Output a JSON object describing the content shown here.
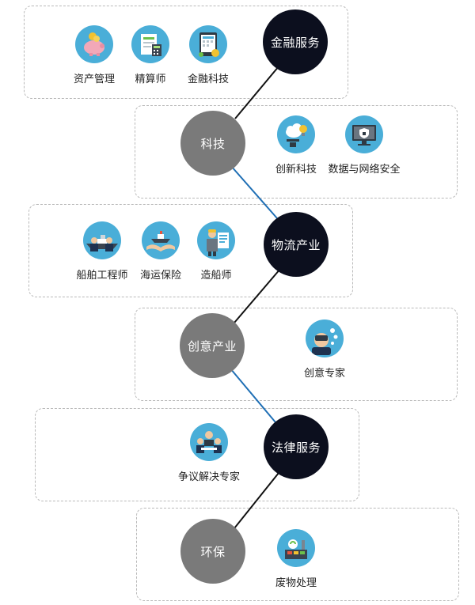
{
  "colors": {
    "hub_dark": "#0c0f1e",
    "hub_gray": "#7a7a7a",
    "icon_bg": "#4aaed8",
    "connector_dark": "#111111",
    "connector_blue": "#1f6fb5"
  },
  "sections": [
    {
      "hub": "金融服务",
      "items": [
        {
          "label": "资产管理",
          "icon": "piggy-bank-icon"
        },
        {
          "label": "精算师",
          "icon": "calculator-icon"
        },
        {
          "label": "金融科技",
          "icon": "tablet-finance-icon"
        }
      ]
    },
    {
      "hub": "科技",
      "items": [
        {
          "label": "创新科技",
          "icon": "cloud-bulb-icon"
        },
        {
          "label": "数据与网络安全",
          "icon": "monitor-shield-icon"
        }
      ]
    },
    {
      "hub": "物流产业",
      "items": [
        {
          "label": "船舶工程师",
          "icon": "ship-engineers-icon"
        },
        {
          "label": "海运保险",
          "icon": "ship-hands-icon"
        },
        {
          "label": "造船师",
          "icon": "shipbuilder-icon"
        }
      ]
    },
    {
      "hub": "创意产业",
      "items": [
        {
          "label": "创意专家",
          "icon": "vr-headset-icon"
        }
      ]
    },
    {
      "hub": "法律服务",
      "items": [
        {
          "label": "争议解决专家",
          "icon": "meeting-icon"
        }
      ]
    },
    {
      "hub": "环保",
      "items": [
        {
          "label": "废物处理",
          "icon": "recycling-plant-icon"
        }
      ]
    }
  ]
}
